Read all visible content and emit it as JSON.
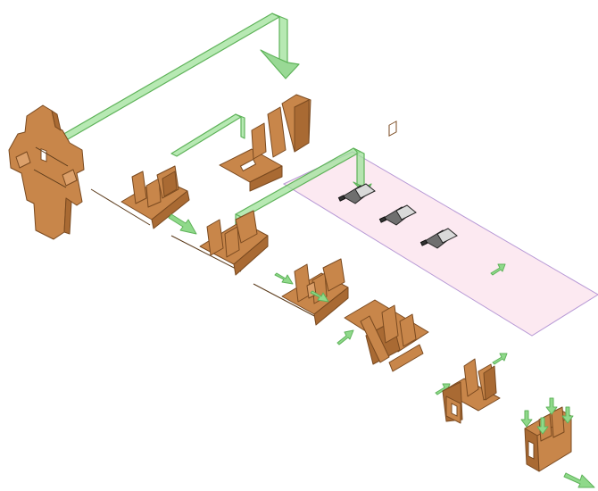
{
  "diagram": {
    "colors": {
      "part": "#c8864a",
      "flow": "#9fe29a",
      "zone": "#fbe3ee",
      "hinge": "#6f6f6f"
    },
    "steps": [
      "flat-part",
      "folded-part-upper",
      "folded-part-1",
      "folded-part-2",
      "folded-part-3",
      "folded-part-4",
      "folded-part-5",
      "folded-part-final"
    ],
    "hinge_count": 3
  }
}
